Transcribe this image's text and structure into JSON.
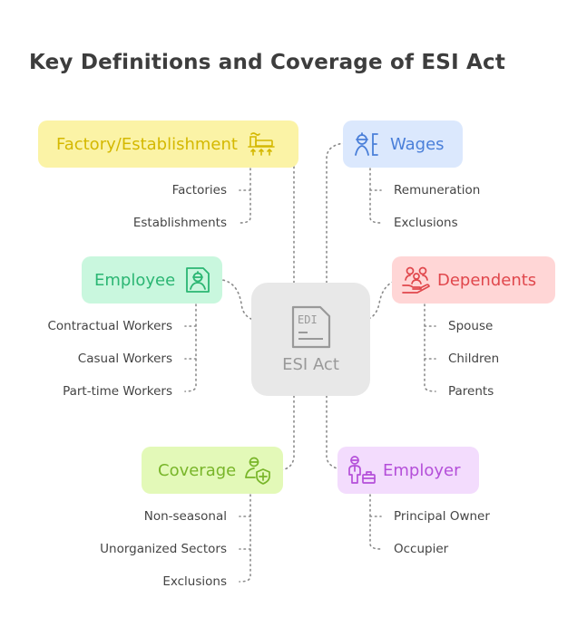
{
  "title": "Key Definitions and Coverage of ESI Act",
  "center": {
    "label": "ESI Act",
    "icon_text": "EDI",
    "icon": "document-icon"
  },
  "branches": {
    "factory": {
      "label": "Factory/Establishment",
      "icon": "factory-icon",
      "color": "#d4b800",
      "bg": "#fbf3a6",
      "items": [
        "Factories",
        "Establishments"
      ]
    },
    "wages": {
      "label": "Wages",
      "icon": "worker-wages-icon",
      "color": "#4a7fd9",
      "bg": "#dbe8fd",
      "items": [
        "Remuneration",
        "Exclusions"
      ]
    },
    "employee": {
      "label": "Employee",
      "icon": "worker-badge-icon",
      "color": "#2bb673",
      "bg": "#c9f7de",
      "items": [
        "Contractual Workers",
        "Casual Workers",
        "Part-time Workers"
      ]
    },
    "dependents": {
      "label": "Dependents",
      "icon": "family-care-icon",
      "color": "#e0474c",
      "bg": "#ffd6d6",
      "items": [
        "Spouse",
        "Children",
        "Parents"
      ]
    },
    "coverage": {
      "label": "Coverage",
      "icon": "user-shield-icon",
      "color": "#78b529",
      "bg": "#e3f9b8",
      "items": [
        "Non-seasonal",
        "Unorganized Sectors",
        "Exclusions"
      ]
    },
    "employer": {
      "label": "Employer",
      "icon": "businessman-icon",
      "color": "#b44fd9",
      "bg": "#f3dcfd",
      "items": [
        "Principal Owner",
        "Occupier"
      ]
    }
  }
}
